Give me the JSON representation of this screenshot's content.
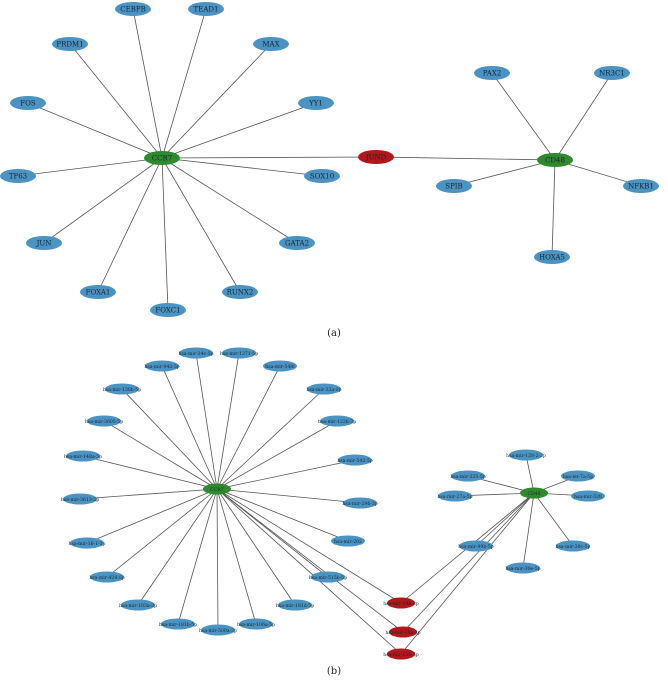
{
  "colors": {
    "tf": "#4a93c3",
    "hub": "#2f8a2f",
    "shared": "#b3171c",
    "edge": "#555555"
  },
  "panel_a": {
    "label": "(a)",
    "nodes": [
      {
        "id": "CCR7",
        "label": "CCR7",
        "kind": "hub"
      },
      {
        "id": "CD48",
        "label": "CD48",
        "kind": "hub"
      },
      {
        "id": "JUND",
        "label": "JUND",
        "kind": "shared"
      },
      {
        "id": "CEBPB",
        "label": "CEBPB",
        "kind": "tf"
      },
      {
        "id": "TEAD1",
        "label": "TEAD1",
        "kind": "tf"
      },
      {
        "id": "PRDM1",
        "label": "PRDM1",
        "kind": "tf"
      },
      {
        "id": "MAX",
        "label": "MAX",
        "kind": "tf"
      },
      {
        "id": "FOS",
        "label": "FOS",
        "kind": "tf"
      },
      {
        "id": "YY1",
        "label": "YY1",
        "kind": "tf"
      },
      {
        "id": "TP63",
        "label": "TP63",
        "kind": "tf"
      },
      {
        "id": "SOX10",
        "label": "SOX10",
        "kind": "tf"
      },
      {
        "id": "JUN",
        "label": "JUN",
        "kind": "tf"
      },
      {
        "id": "GATA2",
        "label": "GATA2",
        "kind": "tf"
      },
      {
        "id": "FOXA1",
        "label": "FOXA1",
        "kind": "tf"
      },
      {
        "id": "FOXC1",
        "label": "FOXC1",
        "kind": "tf"
      },
      {
        "id": "RUNX2",
        "label": "RUNX2",
        "kind": "tf"
      },
      {
        "id": "PAX2",
        "label": "PAX2",
        "kind": "tf"
      },
      {
        "id": "NR3C1",
        "label": "NR3C1",
        "kind": "tf"
      },
      {
        "id": "SPIB",
        "label": "SPIB",
        "kind": "tf"
      },
      {
        "id": "NFKB1",
        "label": "NFKB1",
        "kind": "tf"
      },
      {
        "id": "HOXA5",
        "label": "HOXA5",
        "kind": "tf"
      }
    ],
    "edges": [
      [
        "CCR7",
        "CEBPB"
      ],
      [
        "CCR7",
        "TEAD1"
      ],
      [
        "CCR7",
        "PRDM1"
      ],
      [
        "CCR7",
        "MAX"
      ],
      [
        "CCR7",
        "FOS"
      ],
      [
        "CCR7",
        "YY1"
      ],
      [
        "CCR7",
        "TP63"
      ],
      [
        "CCR7",
        "SOX10"
      ],
      [
        "CCR7",
        "JUN"
      ],
      [
        "CCR7",
        "GATA2"
      ],
      [
        "CCR7",
        "FOXA1"
      ],
      [
        "CCR7",
        "FOXC1"
      ],
      [
        "CCR7",
        "RUNX2"
      ],
      [
        "CCR7",
        "JUND"
      ],
      [
        "JUND",
        "CD48"
      ],
      [
        "CD48",
        "PAX2"
      ],
      [
        "CD48",
        "NR3C1"
      ],
      [
        "CD48",
        "SPIB"
      ],
      [
        "CD48",
        "NFKB1"
      ],
      [
        "CD48",
        "HOXA5"
      ]
    ]
  },
  "panel_b": {
    "label": "(b)",
    "nodes": [
      {
        "id": "H1",
        "label": "CCR7",
        "kind": "hub"
      },
      {
        "id": "H2",
        "label": "CD48",
        "kind": "hub"
      },
      {
        "id": "m1",
        "label": "hsa-mir-34c-5p",
        "kind": "tf"
      },
      {
        "id": "m2",
        "label": "hsa-mir-1271-5p",
        "kind": "tf"
      },
      {
        "id": "m3",
        "label": "hsa-mir-942-5p",
        "kind": "tf"
      },
      {
        "id": "m4",
        "label": "hsa-mir-548l",
        "kind": "tf"
      },
      {
        "id": "m5",
        "label": "hsa-mir-130b-5p",
        "kind": "tf"
      },
      {
        "id": "m6",
        "label": "hsa-mir-33a-3p",
        "kind": "tf"
      },
      {
        "id": "m7",
        "label": "hsa-mir-3605-5p",
        "kind": "tf"
      },
      {
        "id": "m8",
        "label": "hsa-mir-1226-3p",
        "kind": "tf"
      },
      {
        "id": "m9",
        "label": "hsa-mir-148a-5p",
        "kind": "tf"
      },
      {
        "id": "m10",
        "label": "hsa-mir-542-5p",
        "kind": "tf"
      },
      {
        "id": "m11",
        "label": "hsa-mir-3613-5p",
        "kind": "tf"
      },
      {
        "id": "m12",
        "label": "hsa-mir-296-3p",
        "kind": "tf"
      },
      {
        "id": "m13",
        "label": "hsa-mir-16-1-3p",
        "kind": "tf"
      },
      {
        "id": "m14",
        "label": "hsa-mir-202",
        "kind": "tf"
      },
      {
        "id": "m15",
        "label": "hsa-mir-424-5p",
        "kind": "tf"
      },
      {
        "id": "m16",
        "label": "hsa-mir-515b-5p",
        "kind": "tf"
      },
      {
        "id": "m17",
        "label": "hsa-mir-103a-3p",
        "kind": "tf"
      },
      {
        "id": "m18",
        "label": "hsa-mir-181b-5p",
        "kind": "tf"
      },
      {
        "id": "m19",
        "label": "hsa-mir-500a-3p",
        "kind": "tf"
      },
      {
        "id": "m20",
        "label": "hsa-mir-106a-5p",
        "kind": "tf"
      },
      {
        "id": "m21",
        "label": "hsa-mir-181d-5p",
        "kind": "tf"
      },
      {
        "id": "s1",
        "label": "hsa-mir-19b-3p",
        "kind": "shared"
      },
      {
        "id": "s2",
        "label": "hsa-mir-19a-3p",
        "kind": "shared"
      },
      {
        "id": "s3",
        "label": "hsa-mir-15b-5p",
        "kind": "shared"
      },
      {
        "id": "r1",
        "label": "hsa-mir-128-2-3p",
        "kind": "tf"
      },
      {
        "id": "r2",
        "label": "hsa-mir-335-5p",
        "kind": "tf"
      },
      {
        "id": "r3",
        "label": "hsa-let-7a-5p",
        "kind": "tf"
      },
      {
        "id": "r4",
        "label": "hsa-mir-27a-5p",
        "kind": "tf"
      },
      {
        "id": "r5",
        "label": "hsa-mir-320",
        "kind": "tf"
      },
      {
        "id": "r6",
        "label": "hsa-mir-99b-5p",
        "kind": "tf"
      },
      {
        "id": "r7",
        "label": "hsa-mir-30e-5p",
        "kind": "tf"
      },
      {
        "id": "r8",
        "label": "hsa-mir-30c-5p",
        "kind": "tf"
      }
    ],
    "edges": [
      [
        "H1",
        "m1"
      ],
      [
        "H1",
        "m2"
      ],
      [
        "H1",
        "m3"
      ],
      [
        "H1",
        "m4"
      ],
      [
        "H1",
        "m5"
      ],
      [
        "H1",
        "m6"
      ],
      [
        "H1",
        "m7"
      ],
      [
        "H1",
        "m8"
      ],
      [
        "H1",
        "m9"
      ],
      [
        "H1",
        "m10"
      ],
      [
        "H1",
        "m11"
      ],
      [
        "H1",
        "m12"
      ],
      [
        "H1",
        "m13"
      ],
      [
        "H1",
        "m14"
      ],
      [
        "H1",
        "m15"
      ],
      [
        "H1",
        "m16"
      ],
      [
        "H1",
        "m17"
      ],
      [
        "H1",
        "m18"
      ],
      [
        "H1",
        "m19"
      ],
      [
        "H1",
        "m20"
      ],
      [
        "H1",
        "m21"
      ],
      [
        "H1",
        "s1"
      ],
      [
        "H1",
        "s2"
      ],
      [
        "H1",
        "s3"
      ],
      [
        "H2",
        "s1"
      ],
      [
        "H2",
        "s2"
      ],
      [
        "H2",
        "s3"
      ],
      [
        "H2",
        "r1"
      ],
      [
        "H2",
        "r2"
      ],
      [
        "H2",
        "r3"
      ],
      [
        "H2",
        "r4"
      ],
      [
        "H2",
        "r5"
      ],
      [
        "H2",
        "r6"
      ],
      [
        "H2",
        "r7"
      ],
      [
        "H2",
        "r8"
      ]
    ]
  }
}
